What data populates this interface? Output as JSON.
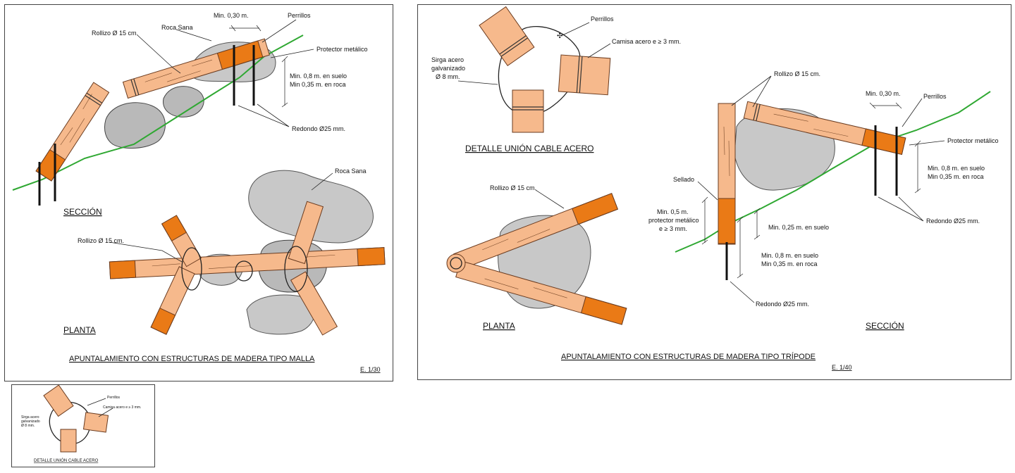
{
  "left_sheet": {
    "seccion_labels": {
      "roca_sana": "Roca Sana",
      "rollizo": "Rollizo Ø 15 cm.",
      "min_030": "Min. 0,30 m.",
      "perrillos": "Perrillos",
      "protector": "Protector metálico",
      "min_08": "Min. 0,8 m. en suelo",
      "min_035": "Min 0,35 m. en roca",
      "redondo": "Redondo Ø25 mm.",
      "seccion": "SECCIÓN"
    },
    "planta_labels": {
      "roca_sana": "Roca Sana",
      "rollizo": "Rollizo Ø 15 cm.",
      "planta": "PLANTA"
    },
    "title": "APUNTALAMIENTO CON ESTRUCTURAS DE MADERA TIPO MALLA",
    "scale": "E. 1/30"
  },
  "thumbnail": {
    "perrillos": "Perrillos",
    "camisa": "Camisa acero e ≥ 3 mm.",
    "sirga_1": "Sirga acero",
    "sirga_2": "galvanizado",
    "sirga_3": "Ø 8 mm.",
    "title": "DETALLE UNIÓN CABLE ACERO"
  },
  "right_sheet": {
    "detalle": {
      "perrillos": "Perrillos",
      "camisa": "Camisa acero e ≥ 3 mm.",
      "sirga_1": "Sirga acero",
      "sirga_2": "galvanizado",
      "sirga_3": "Ø 8 mm.",
      "title": "DETALLE UNIÓN CABLE ACERO"
    },
    "planta": {
      "rollizo": "Rollizo Ø 15 cm.",
      "label": "PLANTA"
    },
    "seccion": {
      "rollizo": "Rollizo Ø 15 cm.",
      "min_030": "Min. 0,30 m.",
      "perrillos": "Perrillos",
      "protector": "Protector metálico",
      "min_08_a": "Min. 0,8 m. en suelo",
      "min_035_a": "Min 0,35 m. en roca",
      "redondo_a": "Redondo Ø25 mm.",
      "sellado": "Sellado",
      "min_05_1": "Min. 0,5 m.",
      "min_05_2": "protector metálico",
      "min_05_3": "e ≥ 3 mm.",
      "min_025": "Min. 0,25 m. en suelo",
      "min_08_b": "Min. 0,8 m. en suelo",
      "min_035_b": "Min 0,35 m. en roca",
      "redondo_b": "Redondo Ø25 mm.",
      "label": "SECCIÓN"
    },
    "title": "APUNTALAMIENTO CON ESTRUCTURAS DE MADERA TIPO TRÍPODE",
    "scale": "E. 1/40"
  }
}
